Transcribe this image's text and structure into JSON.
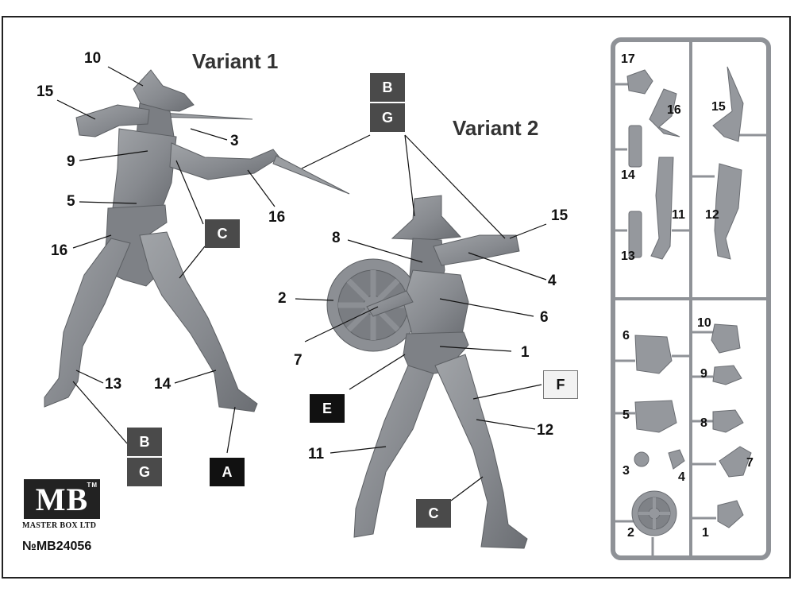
{
  "variant1_title": "Variant 1",
  "variant2_title": "Variant 2",
  "brand": {
    "logo": "MB",
    "tm": "TM",
    "maker": "MASTER BOX LTD",
    "code": "№MB24056"
  },
  "colors": {
    "figure": "#8a8d92",
    "shade": "#6e7176",
    "highlight": "#a4a7ab",
    "box_dark": "#4a4a4a",
    "box_black": "#111111",
    "sprue": "#9a9da1"
  },
  "labels_v1": [
    "10",
    "15",
    "3",
    "9",
    "16",
    "5",
    "16",
    "13",
    "14"
  ],
  "labels_v2": [
    "8",
    "15",
    "4",
    "2",
    "6",
    "7",
    "1",
    "12",
    "11"
  ],
  "boxes": {
    "b": "B",
    "g": "G",
    "c": "C",
    "a": "A",
    "e": "E",
    "f": "F"
  },
  "sprue_numbers": [
    "17",
    "16",
    "15",
    "14",
    "11",
    "12",
    "13",
    "6",
    "10",
    "9",
    "5",
    "8",
    "3",
    "4",
    "7",
    "2",
    "1"
  ]
}
